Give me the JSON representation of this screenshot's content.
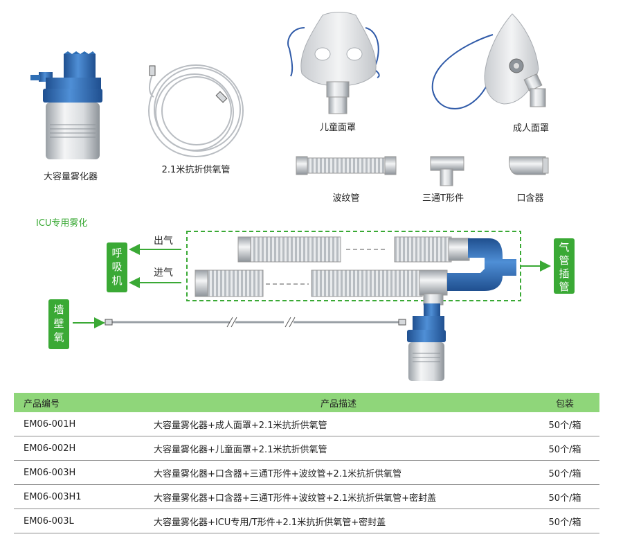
{
  "products": {
    "nebulizer": "大容量雾化器",
    "tube": "2.1米抗折供氧管",
    "child_mask": "儿童面罩",
    "adult_mask": "成人面罩",
    "corrugated": "波纹管",
    "t_piece": "三通T形件",
    "mouthpiece": "口含器"
  },
  "icu": {
    "section_title": "ICU专用雾化",
    "out_label": "出气",
    "in_label": "进气",
    "ventilator": [
      "呼",
      "吸",
      "机"
    ],
    "wall_oxygen": [
      "墙",
      "壁",
      "氧"
    ],
    "trach": [
      "气",
      "管",
      "插",
      "管"
    ]
  },
  "table": {
    "headers": [
      "产品编号",
      "产品描述",
      "包装"
    ],
    "rows": [
      {
        "code": "EM06-001H",
        "desc": "大容量雾化器+成人面罩+2.1米抗折供氧管",
        "pack": "50个/箱"
      },
      {
        "code": "EM06-002H",
        "desc": "大容量雾化器+儿童面罩+2.1米抗折供氧管",
        "pack": "50个/箱"
      },
      {
        "code": "EM06-003H",
        "desc": "大容量雾化器+口含器+三通T形件+波纹管+2.1米抗折供氧管",
        "pack": "50个/箱"
      },
      {
        "code": "EM06-003H1",
        "desc": "大容量雾化器+口含器+三通T形件+波纹管+2.1米抗折供氧管+密封盖",
        "pack": "50个/箱"
      },
      {
        "code": "EM06-003L",
        "desc": "大容量雾化器+ICU专用/T形件+2.1米抗折供氧管+密封盖",
        "pack": "50个/箱"
      }
    ]
  },
  "colors": {
    "accent_green": "#3aa935",
    "header_green": "#8fd67a",
    "device_blue": "#2f6fb5"
  }
}
